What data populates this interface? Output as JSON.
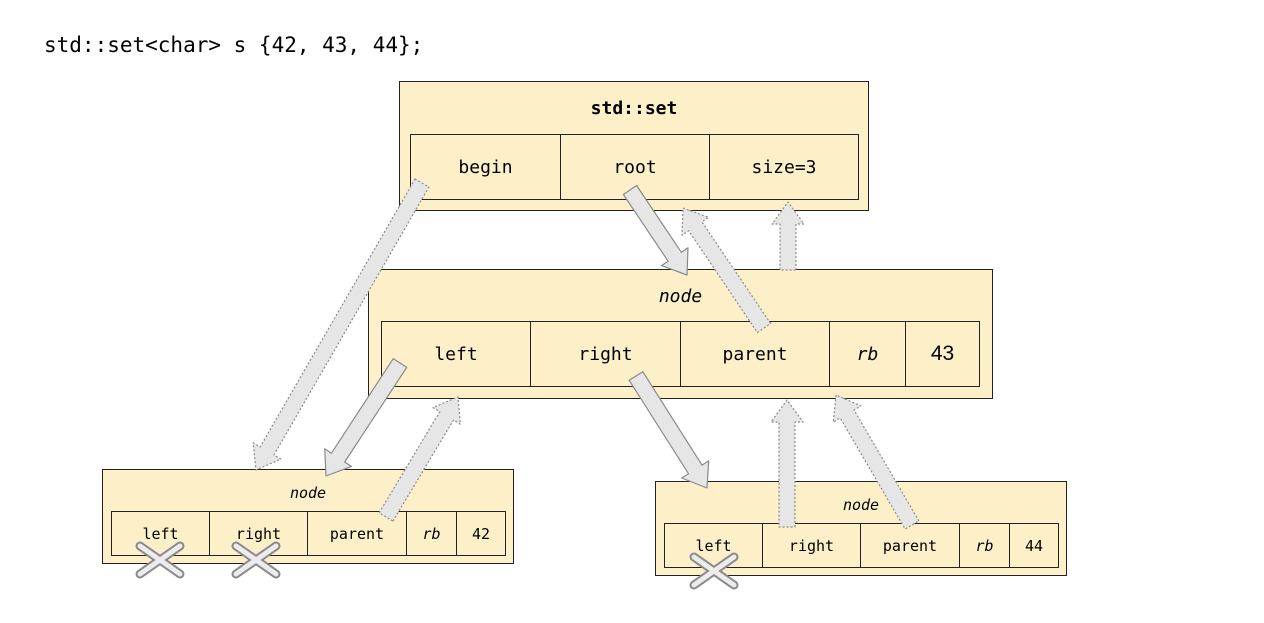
{
  "code_line": "std::set<char> s {42, 43, 44};",
  "set_box": {
    "title": "std::set",
    "fields": [
      "begin",
      "root",
      "size=3"
    ]
  },
  "root_node": {
    "title": "node",
    "fields": [
      "left",
      "right",
      "parent",
      "rb",
      "43"
    ]
  },
  "left_node": {
    "title": "node",
    "fields": [
      "left",
      "right",
      "parent",
      "rb",
      "42"
    ]
  },
  "right_node": {
    "title": "node",
    "fields": [
      "left",
      "right",
      "parent",
      "rb",
      "44"
    ]
  },
  "colors": {
    "box_fill": "#fdf0c8",
    "arrow_fill": "#e6e6e6",
    "arrow_stroke": "#8a8a8a"
  }
}
